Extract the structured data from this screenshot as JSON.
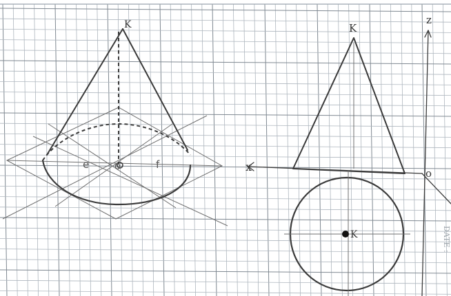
{
  "labels": {
    "apex_left": "K",
    "e_left": "e",
    "o_left": "o",
    "f_left": "f",
    "apex_right": "K",
    "axis_z": "z",
    "axis_x": "x",
    "origin": "o",
    "center_top_view": "K",
    "margin_date": "DATE :"
  },
  "colors": {
    "paper": "#ffffff",
    "grid": "#aeb6be",
    "ink": "#3a3a3a"
  }
}
